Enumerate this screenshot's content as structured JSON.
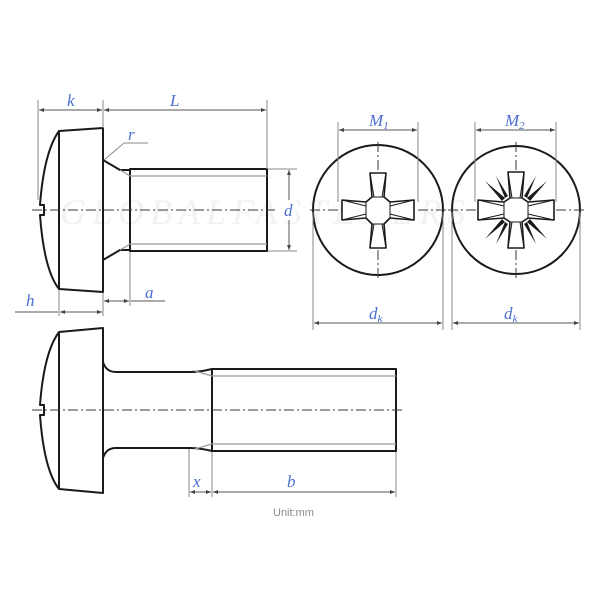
{
  "watermark": "GLOBALFASTENERS",
  "labels": {
    "k": "k",
    "L": "L",
    "r": "r",
    "d": "d",
    "h": "h",
    "a": "a",
    "M1": "M",
    "M1_sub": "1",
    "M2": "M",
    "M2_sub": "2",
    "dk_left": "d",
    "dk_left_sub": "k",
    "dk_right": "d",
    "dk_right_sub": "k",
    "x": "x",
    "b": "b"
  },
  "unit_note": "Unit:mm",
  "views": {
    "top_side_view": "Cross recessed pan head screw, full thread",
    "end_view_left": "Type H (Phillips) recess",
    "end_view_right": "Type Z (Pozidriv) recess",
    "bottom_side_view": "Cross recessed pan head screw, partial thread with reduced shank"
  },
  "colors": {
    "outline": "#1a1a1a",
    "dimension_label": "#4a6fd0",
    "unit_text": "#8c8c8c"
  }
}
